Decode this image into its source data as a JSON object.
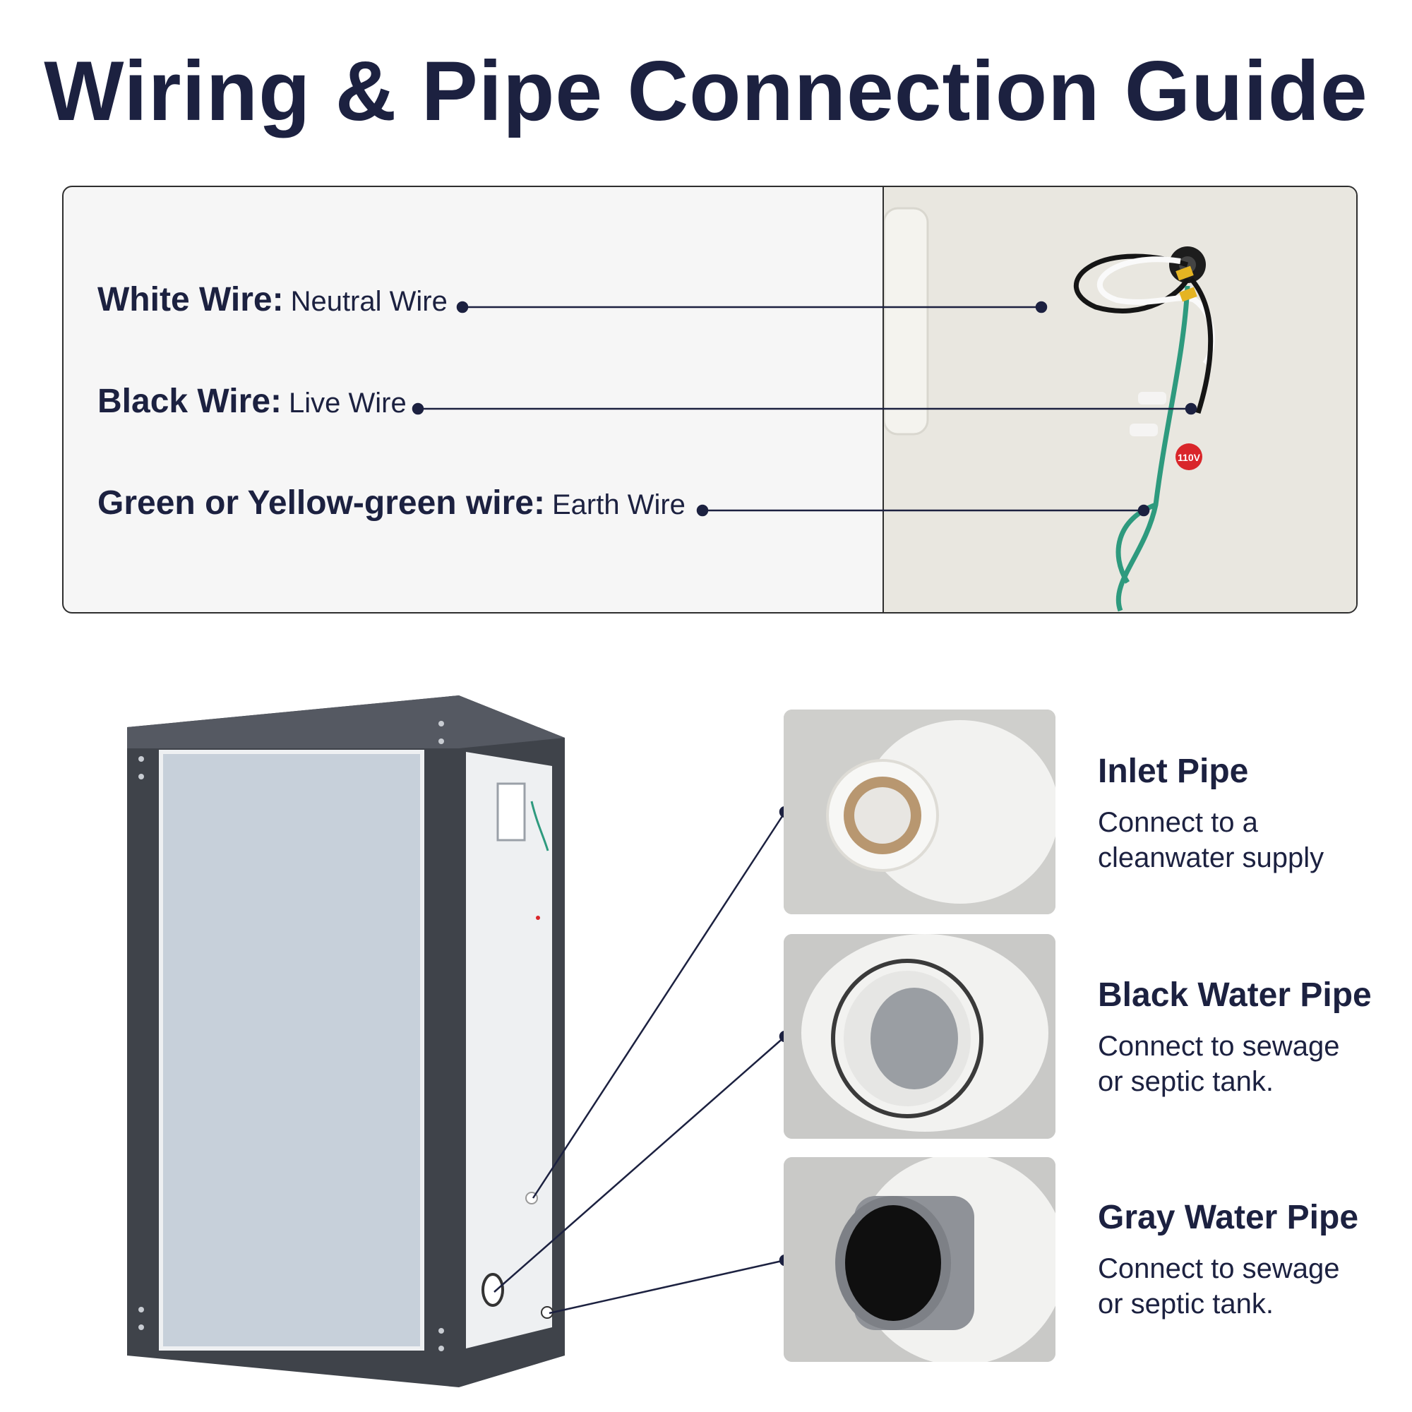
{
  "title": "Wiring & Pipe Connection Guide",
  "wires": [
    {
      "name": "White Wire:",
      "role": "Neutral Wire"
    },
    {
      "name": "Black Wire:",
      "role": "Live Wire"
    },
    {
      "name": "Green or Yellow-green wire:",
      "role": "Earth Wire"
    }
  ],
  "voltage_tag": "110V",
  "pipes": [
    {
      "title": "Inlet Pipe",
      "desc_lines": [
        "Connect to a",
        "cleanwater supply"
      ]
    },
    {
      "title": "Black Water Pipe",
      "desc_lines": [
        "Connect to sewage",
        "or septic tank."
      ]
    },
    {
      "title": "Gray Water Pipe",
      "desc_lines": [
        "Connect to sewage",
        "or septic tank."
      ]
    }
  ],
  "colors": {
    "text": "#1c2140",
    "frame": "#4a4d55",
    "panel": "#c4ccd6",
    "earth_wire": "#2e9a7e"
  }
}
